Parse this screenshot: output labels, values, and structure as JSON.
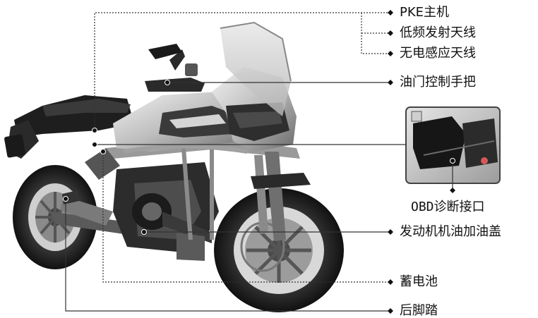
{
  "callouts": {
    "pke": "PKE主机",
    "low_freq_antenna": "低频发射天线",
    "wireless_antenna": "无电感应天线",
    "throttle_grip": "油门控制手把",
    "obd_port": "OBD诊断接口",
    "engine_oil_cap": "发动机机油加油盖",
    "battery": "蓄电池",
    "rear_footpeg": "后脚踏"
  },
  "colors": {
    "line": "#333333",
    "text": "#111111",
    "inset_border": "#444444"
  }
}
